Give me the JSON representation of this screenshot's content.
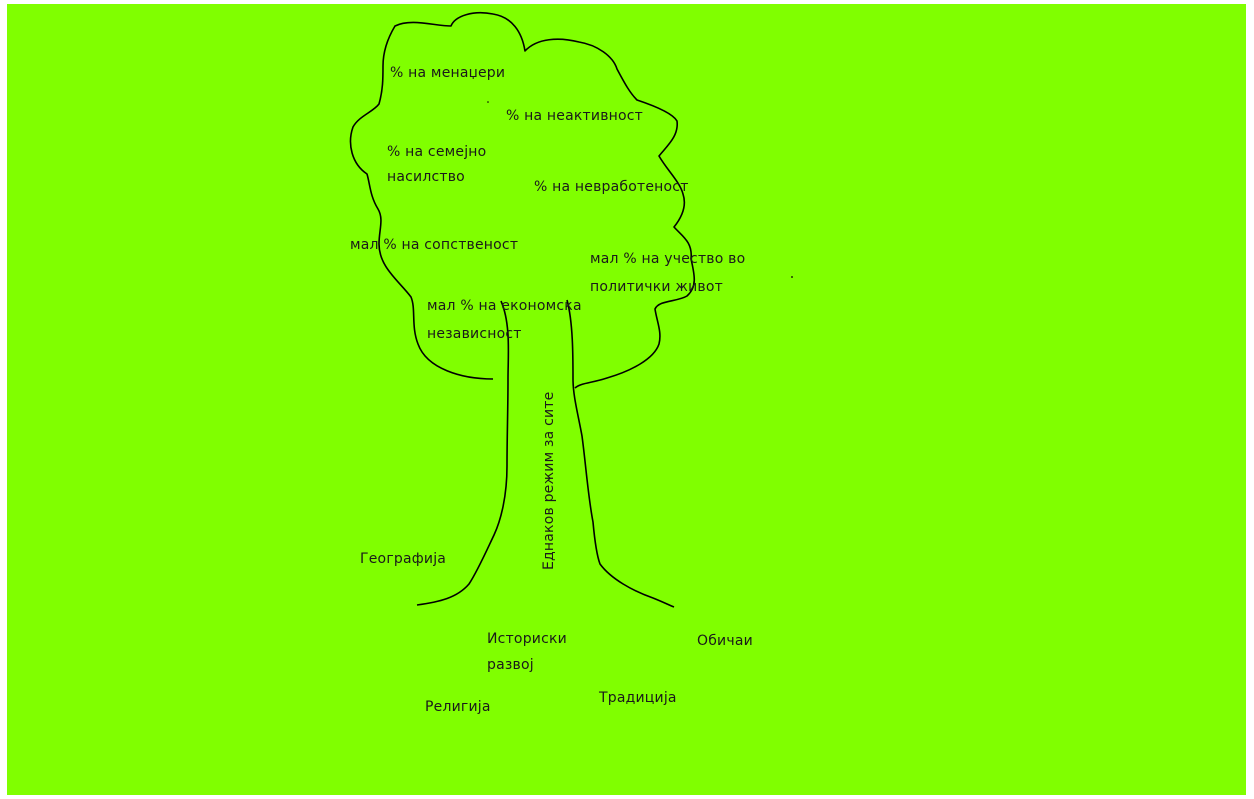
{
  "colors": {
    "background": "#80ff00",
    "outline": "#000000",
    "text": "#1a1a1a",
    "frame": "#ffffff"
  },
  "crown": {
    "managers": "% на менаџери",
    "inactivity": "% на неактивност",
    "domestic_violence_line1": "% на семејно",
    "domestic_violence_line2": "насилство",
    "unemployment": "% на невработеност",
    "ownership": "мал % на сопственост",
    "political_line1": "мал % на учество во",
    "political_line2": "политички живот",
    "economic_line1": "мал % на економска",
    "economic_line2": "независност"
  },
  "trunk": {
    "label": "Еднаков режим за сите"
  },
  "roots": {
    "geography": "Географија",
    "history_line1": "Историски",
    "history_line2": "развој",
    "customs": "Обичаи",
    "religion": "Религија",
    "tradition": "Традиција"
  }
}
